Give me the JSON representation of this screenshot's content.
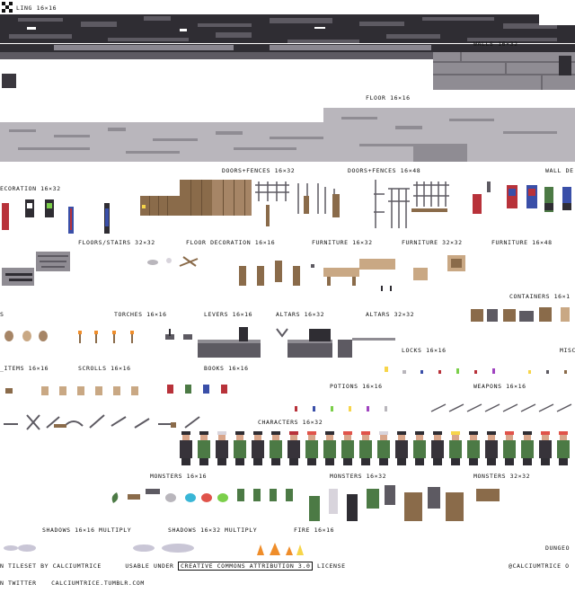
{
  "sheet": {
    "title": "LING 16×16",
    "sections": [
      {
        "id": "walls-16x32",
        "label": "WALLS 16×32"
      },
      {
        "id": "floor-16x16",
        "label": "FLOOR 16×16"
      },
      {
        "id": "decoration-16x32",
        "label": "ECORATION 16×32"
      },
      {
        "id": "doors-fences-16x32",
        "label": "DOORS+FENCES 16×32"
      },
      {
        "id": "doors-fences-16x48",
        "label": "DOORS+FENCES 16×48"
      },
      {
        "id": "wall-de",
        "label": "WALL DE"
      },
      {
        "id": "floors-stairs-32x32",
        "label": "FLOORS/STAIRS 32×32"
      },
      {
        "id": "floor-decoration-16x16",
        "label": "FLOOR DECORATION 16×16"
      },
      {
        "id": "furniture-16x32",
        "label": "FURNITURE 16×32"
      },
      {
        "id": "furniture-32x32",
        "label": "FURNITURE 32×32"
      },
      {
        "id": "furniture-16x48",
        "label": "FURNITURE 16×48"
      },
      {
        "id": "containers-16x16",
        "label": "CONTAINERS 16×1"
      },
      {
        "id": "s-left",
        "label": "S"
      },
      {
        "id": "torches-16x16",
        "label": "TORCHES 16×16"
      },
      {
        "id": "levers-16x16",
        "label": "LEVERS 16×16"
      },
      {
        "id": "altars-16x32",
        "label": "ALTARS 16×32"
      },
      {
        "id": "altars-32x32",
        "label": "ALTARS 32×32"
      },
      {
        "id": "locks-16x16",
        "label": "LOCKS 16×16"
      },
      {
        "id": "misc",
        "label": "MISC"
      },
      {
        "id": "items-16x16",
        "label": "_ITEMS 16×16"
      },
      {
        "id": "scrolls-16x16",
        "label": "SCROLLS 16×16"
      },
      {
        "id": "books-16x16",
        "label": "BOOKS 16×16"
      },
      {
        "id": "potions-16x16",
        "label": "POTIONS 16×16"
      },
      {
        "id": "weapons-16x16",
        "label": "WEAPONS 16×16"
      },
      {
        "id": "characters-16x32",
        "label": "CHARACTERS 16×32"
      },
      {
        "id": "monsters-16x16",
        "label": "MONSTERS 16×16"
      },
      {
        "id": "monsters-16x32",
        "label": "MONSTERS 16×32"
      },
      {
        "id": "monsters-32x32",
        "label": "MONSTERS 32×32"
      },
      {
        "id": "shadows-16x16",
        "label": "SHADOWS 16×16 MULTIPLY"
      },
      {
        "id": "shadows-16x32",
        "label": "SHADOWS 16×32 MULTIPLY"
      },
      {
        "id": "fire-16x16",
        "label": "FIRE 16×16"
      },
      {
        "id": "dungeo",
        "label": "DUNGEO"
      }
    ]
  },
  "credits": {
    "line1_prefix": "N TILESET BY CALCIUMTRICE",
    "line1_usable": "USABLE UNDER",
    "license_link": "CREATIVE COMMONS ATTRIBUTION 3.0",
    "license_suffix": "LICENSE",
    "right_handle": "@CALCIUMTRICE O",
    "line2_prefix": "N TWITTER",
    "tumblr": "CALCIUMTRICE.TUMBLR.COM"
  },
  "colors": {
    "stone_dark": "#2f2d33",
    "stone_mid": "#5d5a62",
    "stone_light": "#b9b6bc",
    "wood": "#8a6b4a",
    "wood_light": "#c9a884",
    "banner_red": "#b8323a",
    "banner_blue": "#3a4fa8",
    "robe_green": "#4c7a45",
    "robe_dark": "#37333a",
    "skin": "#d8a58a",
    "slime_blue": "#39b6d6",
    "slime_red": "#e0534a",
    "slime_green": "#7bcf4a",
    "fire_orange": "#ef8d2a",
    "fire_yellow": "#f7d54a"
  },
  "icons": [
    "checker-icon"
  ]
}
